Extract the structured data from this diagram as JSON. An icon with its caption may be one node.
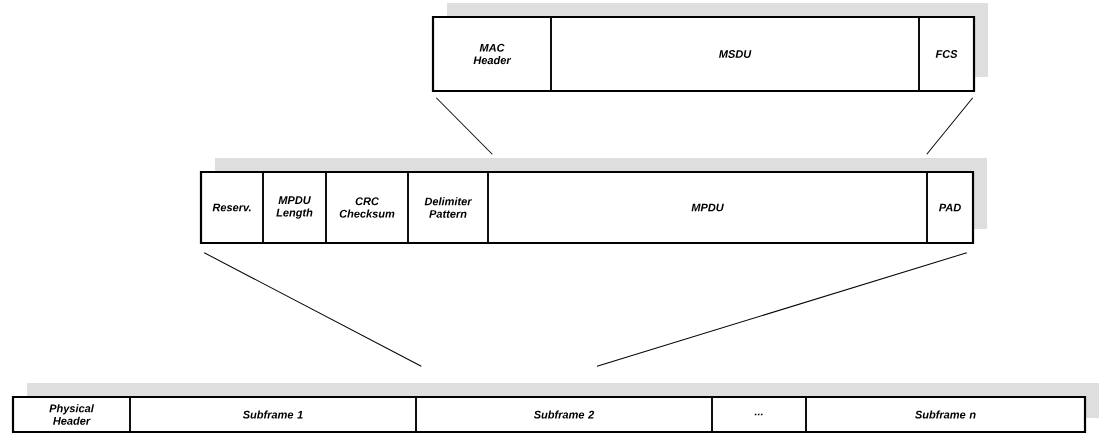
{
  "diagram": {
    "nodes": [
      {
        "text": [
          "MAC Header"
        ]
      },
      {
        "text": [
          "MSDU"
        ]
      },
      {
        "text": [
          "FCS"
        ]
      },
      {
        "text": [
          "Reserv."
        ]
      },
      {
        "text": [
          "MPDU Length"
        ]
      },
      {
        "text": [
          "CRC Checksum"
        ]
      },
      {
        "text": [
          "Delimiter Pattern"
        ]
      },
      {
        "text": [
          "MPDU"
        ]
      },
      {
        "text": [
          "PAD"
        ]
      },
      {
        "text": [
          "Physical Header"
        ]
      },
      {
        "text": [
          "Subframe 1"
        ]
      },
      {
        "text": [
          "Subframe 2"
        ]
      },
      {
        "text": [
          "..."
        ]
      },
      {
        "text": [
          "Subframe n"
        ]
      }
    ],
    "edges": [
      {
        "from": 0,
        "to": 7,
        "arrow": "none"
      },
      {
        "from": 2,
        "to": 7,
        "arrow": "none"
      },
      {
        "from": 3,
        "to": 11,
        "arrow": "none"
      },
      {
        "from": 8,
        "to": 11,
        "arrow": "none"
      }
    ]
  }
}
